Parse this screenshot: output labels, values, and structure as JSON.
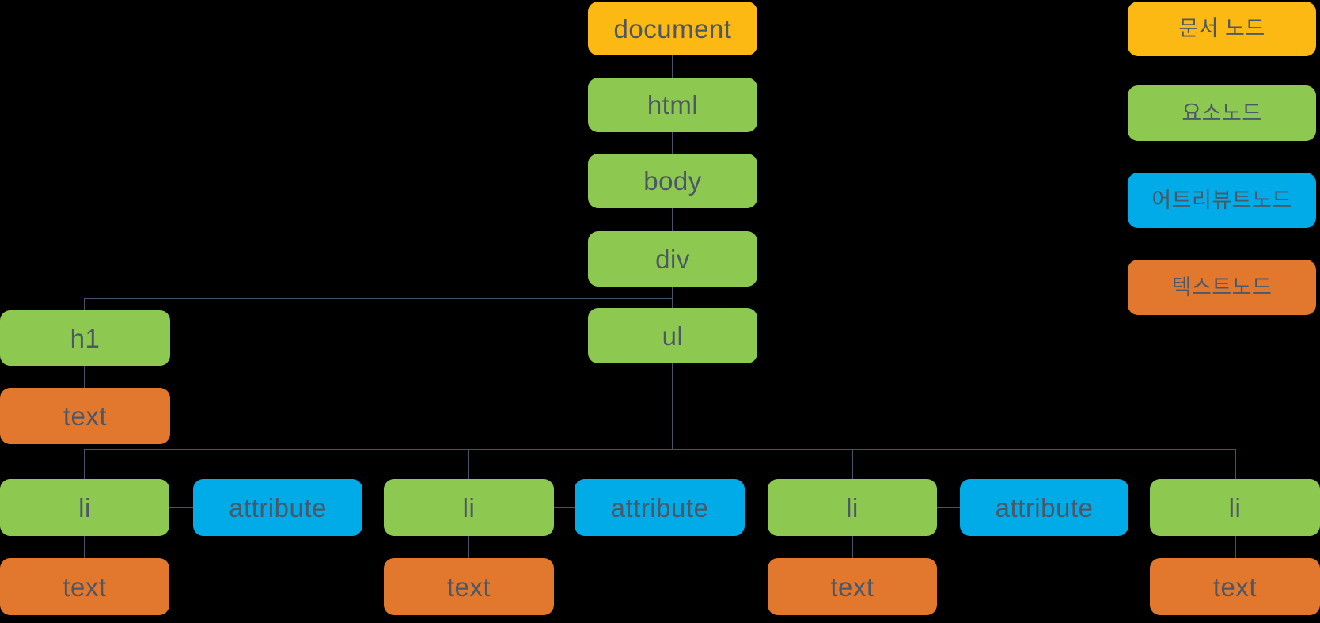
{
  "colors": {
    "background": "#000000",
    "document_node": "#FCB813",
    "element_node": "#8DC951",
    "attribute_node": "#00ABE8",
    "text_node": "#E2772E",
    "connector": "#44536A",
    "label_text": "#4C5866"
  },
  "tree": {
    "nodes": {
      "document": {
        "label": "document",
        "type": "document"
      },
      "html": {
        "label": "html",
        "type": "element"
      },
      "body": {
        "label": "body",
        "type": "element"
      },
      "div": {
        "label": "div",
        "type": "element"
      },
      "h1": {
        "label": "h1",
        "type": "element"
      },
      "h1_text": {
        "label": "text",
        "type": "text"
      },
      "ul": {
        "label": "ul",
        "type": "element"
      },
      "li1": {
        "label": "li",
        "type": "element"
      },
      "attr1": {
        "label": "attribute",
        "type": "attribute"
      },
      "li1_text": {
        "label": "text",
        "type": "text"
      },
      "li2": {
        "label": "li",
        "type": "element"
      },
      "attr2": {
        "label": "attribute",
        "type": "attribute"
      },
      "li2_text": {
        "label": "text",
        "type": "text"
      },
      "li3": {
        "label": "li",
        "type": "element"
      },
      "attr3": {
        "label": "attribute",
        "type": "attribute"
      },
      "li3_text": {
        "label": "text",
        "type": "text"
      },
      "li4": {
        "label": "li",
        "type": "element"
      },
      "li4_text": {
        "label": "text",
        "type": "text"
      }
    },
    "edges": [
      [
        "document",
        "html"
      ],
      [
        "html",
        "body"
      ],
      [
        "body",
        "div"
      ],
      [
        "div",
        "h1"
      ],
      [
        "div",
        "ul"
      ],
      [
        "h1",
        "h1_text"
      ],
      [
        "ul",
        "li1"
      ],
      [
        "ul",
        "li2"
      ],
      [
        "ul",
        "li3"
      ],
      [
        "ul",
        "li4"
      ],
      [
        "li1",
        "attr1"
      ],
      [
        "li1",
        "li1_text"
      ],
      [
        "li2",
        "attr2"
      ],
      [
        "li2",
        "li2_text"
      ],
      [
        "li3",
        "attr3"
      ],
      [
        "li3",
        "li3_text"
      ],
      [
        "li4",
        "li4_text"
      ]
    ]
  },
  "legend": {
    "items": [
      {
        "label": "문서 노드",
        "type": "document"
      },
      {
        "label": "요소노드",
        "type": "element"
      },
      {
        "label": "어트리뷰트노드",
        "type": "attribute"
      },
      {
        "label": "텍스트노드",
        "type": "text"
      }
    ]
  }
}
